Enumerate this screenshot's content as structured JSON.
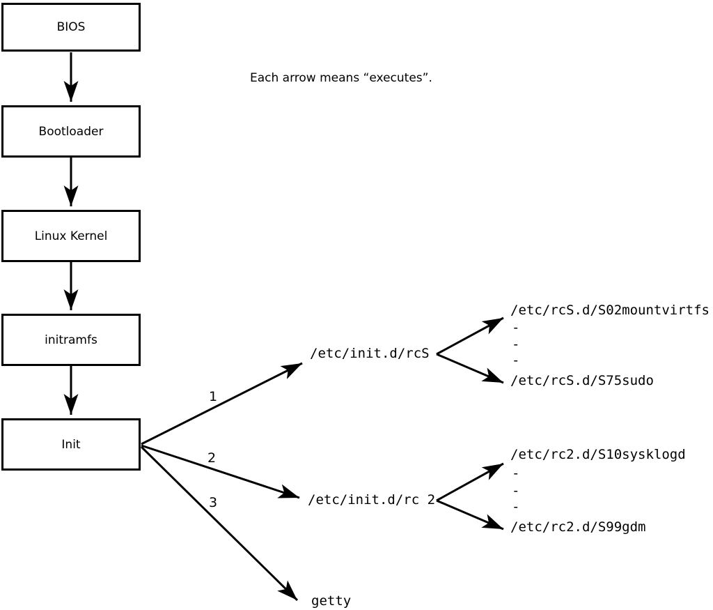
{
  "caption": "Each arrow means “executes”.",
  "boot_chain": [
    {
      "label": "BIOS"
    },
    {
      "label": "Bootloader"
    },
    {
      "label": "Linux Kernel"
    },
    {
      "label": "initramfs"
    },
    {
      "label": "Init"
    }
  ],
  "init_branches": [
    {
      "order": "1",
      "target": "/etc/init.d/rcS",
      "children": [
        "/etc/rcS.d/S02mountvirtfs",
        "-",
        "-",
        "-",
        "/etc/rcS.d/S75sudo"
      ]
    },
    {
      "order": "2",
      "target": "/etc/init.d/rc 2",
      "children": [
        "/etc/rc2.d/S10sysklogd",
        "-",
        "-",
        "-",
        "/etc/rc2.d/S99gdm"
      ]
    },
    {
      "order": "3",
      "target": "getty"
    }
  ],
  "colors": {
    "line": "#000000",
    "text": "#000000",
    "background": "#ffffff",
    "box_fill": "#ffffff"
  }
}
